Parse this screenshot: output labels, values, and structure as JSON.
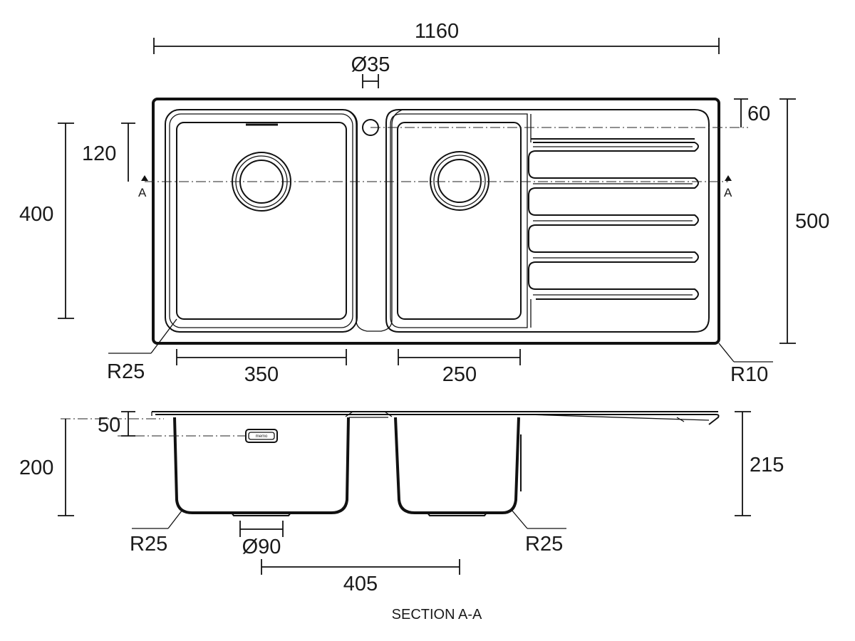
{
  "dimensions": {
    "overall_length": "1160",
    "tap_hole": "Ø35",
    "tap_hole_offset": "60",
    "bowl_depth_offset": "120",
    "bowl_length_left": "400",
    "overall_width": "500",
    "radius_left": "R25",
    "bowl_width_left": "350",
    "bowl_width_right": "250",
    "radius_corner": "R10"
  },
  "section": {
    "overflow_offset": "50",
    "bowl_depth_left": "200",
    "overall_depth": "215",
    "radius_left": "R25",
    "waste": "Ø90",
    "waste_spacing": "405",
    "radius_right": "R25",
    "title": "SECTION A-A",
    "overflow_logo": "memo"
  },
  "section_markers": {
    "left": "A",
    "right": "A"
  }
}
